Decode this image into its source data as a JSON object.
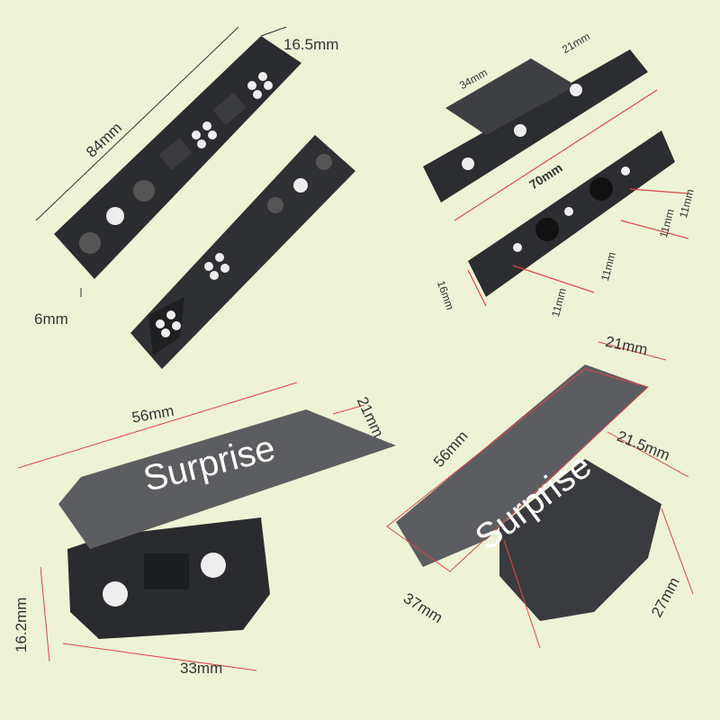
{
  "panels": {
    "top_left": {
      "length": "84mm",
      "width": "16.5mm",
      "thickness": "6mm"
    },
    "top_right": {
      "top_length": "34mm",
      "top_width": "21mm",
      "length": "70mm",
      "spacing_right_1": "11mm",
      "spacing_right_2": "11mm",
      "spacing_bottom_1": "11mm",
      "spacing_bottom_2": "11mm",
      "height": "16mm"
    },
    "bottom_left": {
      "cover_length": "56mm",
      "cover_width": "21mm",
      "overlay": "Surprise",
      "base_width": "16.2mm",
      "base_length": "33mm"
    },
    "bottom_right": {
      "cover_width": "21mm",
      "cover_length": "56mm",
      "overlay": "Surprise",
      "side_width": "21.5mm",
      "side_height": "27mm",
      "base_length": "37mm"
    }
  },
  "colors": {
    "background": "#eef3d6",
    "part": "#2c2d30",
    "cover": "#5c5d60",
    "dimension_line": "#e0444a"
  }
}
